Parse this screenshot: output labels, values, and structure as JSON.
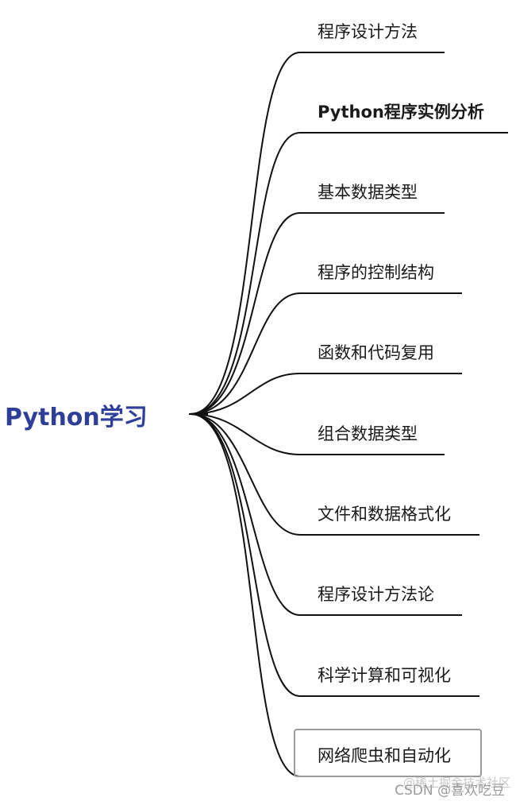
{
  "root": {
    "label": "Python学习",
    "color": "#2e3f9a"
  },
  "branches": [
    {
      "label": "程序设计方法"
    },
    {
      "label": "Python程序实例分析"
    },
    {
      "label": "基本数据类型"
    },
    {
      "label": "程序的控制结构"
    },
    {
      "label": "函数和代码复用"
    },
    {
      "label": "组合数据类型"
    },
    {
      "label": "文件和数据格式化"
    },
    {
      "label": "程序设计方法论"
    },
    {
      "label": "科学计算和可视化"
    },
    {
      "label": "网络爬虫和自动化"
    }
  ],
  "watermark": {
    "text": "CSDN @喜欢吃豆",
    "ghost_text": "@稀土掘金技术社区"
  }
}
